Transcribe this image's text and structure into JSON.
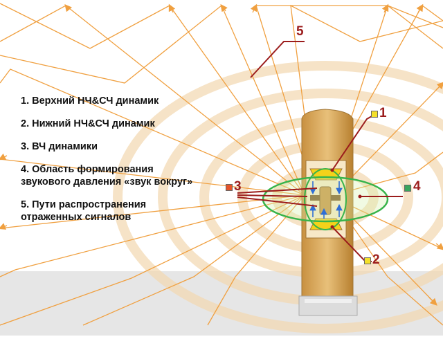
{
  "legend": {
    "item1": "1. Верхний НЧ&СЧ динамик",
    "item2": "2. Нижний НЧ&СЧ динамик",
    "item3": "3. ВЧ динамики",
    "item4_line1": "4. Область формирования",
    "item4_line2": "звукового давления «звук вокруг»",
    "item5_line1": "5. Пути распространения",
    "item5_line2": "отраженных сигналов"
  },
  "callouts": {
    "n1": "1",
    "n2": "2",
    "n3": "3",
    "n4": "4",
    "n5": "5"
  },
  "colors": {
    "ray": "#f0a040",
    "wave": "#f3d8b0",
    "speaker_body": "#d9a860",
    "speaker_dark": "#a07535",
    "driver_yellow": "#f4d21a",
    "zone_green": "#37b34a",
    "leader": "#9b1c1c",
    "marker1": "#f4e02a",
    "marker2": "#f4e02a",
    "marker3": "#e5532a",
    "marker4": "#3aa55d",
    "floor": "#e6e6e6",
    "arrow_blue": "#2f6fd6"
  }
}
